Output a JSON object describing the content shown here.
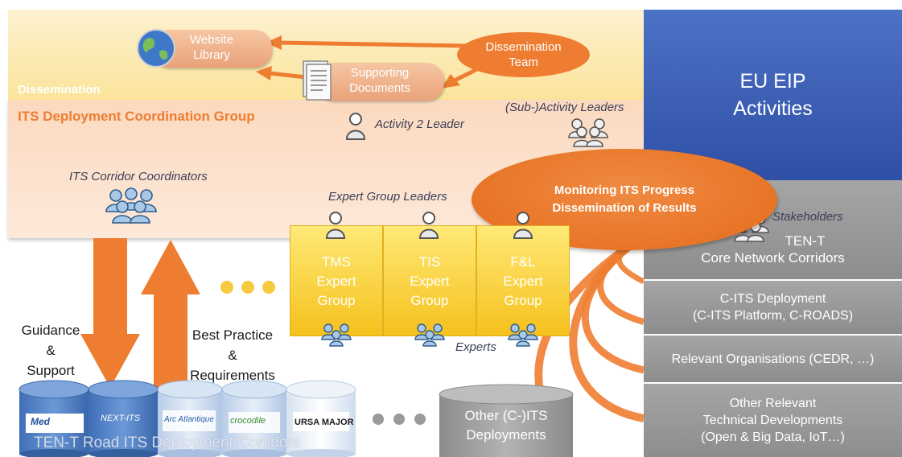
{
  "dissemination": {
    "label": "Dissemination",
    "website_library": [
      "Website",
      "Library"
    ],
    "supporting_documents": [
      "Supporting",
      "Documents"
    ],
    "team": [
      "Dissemination",
      "Team"
    ]
  },
  "coordination": {
    "title": "ITS Deployment Coordination Group",
    "activity2_leader": "Activity 2 Leader",
    "sub_activity_leaders": "(Sub-)Activity Leaders",
    "corridor_coordinators": "ITS Corridor Coordinators"
  },
  "eu_eip": [
    "EU EIP",
    "Activities"
  ],
  "monitoring": [
    "Monitoring ITS Progress",
    "Dissemination of Results"
  ],
  "stakeholders_label": "Stakeholders",
  "stakeholder_boxes": [
    [
      "TEN-T",
      "Core Network Corridors"
    ],
    [
      "C-ITS Deployment",
      "(C-ITS Platform, C-ROADS)"
    ],
    [
      "Relevant Organisations (CEDR, …)"
    ],
    [
      "Other Relevant",
      "Technical Developments",
      "(Open & Big Data, IoT…)"
    ]
  ],
  "expert_group_leaders": "Expert Group Leaders",
  "experts_label": "Experts",
  "expert_groups": [
    [
      "TMS",
      "Expert",
      "Group"
    ],
    [
      "TIS",
      "Expert",
      "Group"
    ],
    [
      "F&L",
      "Expert",
      "Group"
    ]
  ],
  "guidance": [
    "Guidance",
    "&",
    "Support"
  ],
  "best_practice": [
    "Best Practice",
    "&",
    "Requirements"
  ],
  "corridors_label": "TEN-T Road ITS Deployment Corridors",
  "corridor_logos": [
    "Med",
    "NEXT-ITS",
    "Arc Atlantique",
    "crocodile",
    "URSA MAJOR"
  ],
  "other_deployments": [
    "Other (C-)ITS",
    "Deployments"
  ],
  "colors": {
    "orange": "#ee7d31",
    "eu_blue": "#3b5fb6",
    "gray": "#999999",
    "gold": "#f7c93c"
  }
}
